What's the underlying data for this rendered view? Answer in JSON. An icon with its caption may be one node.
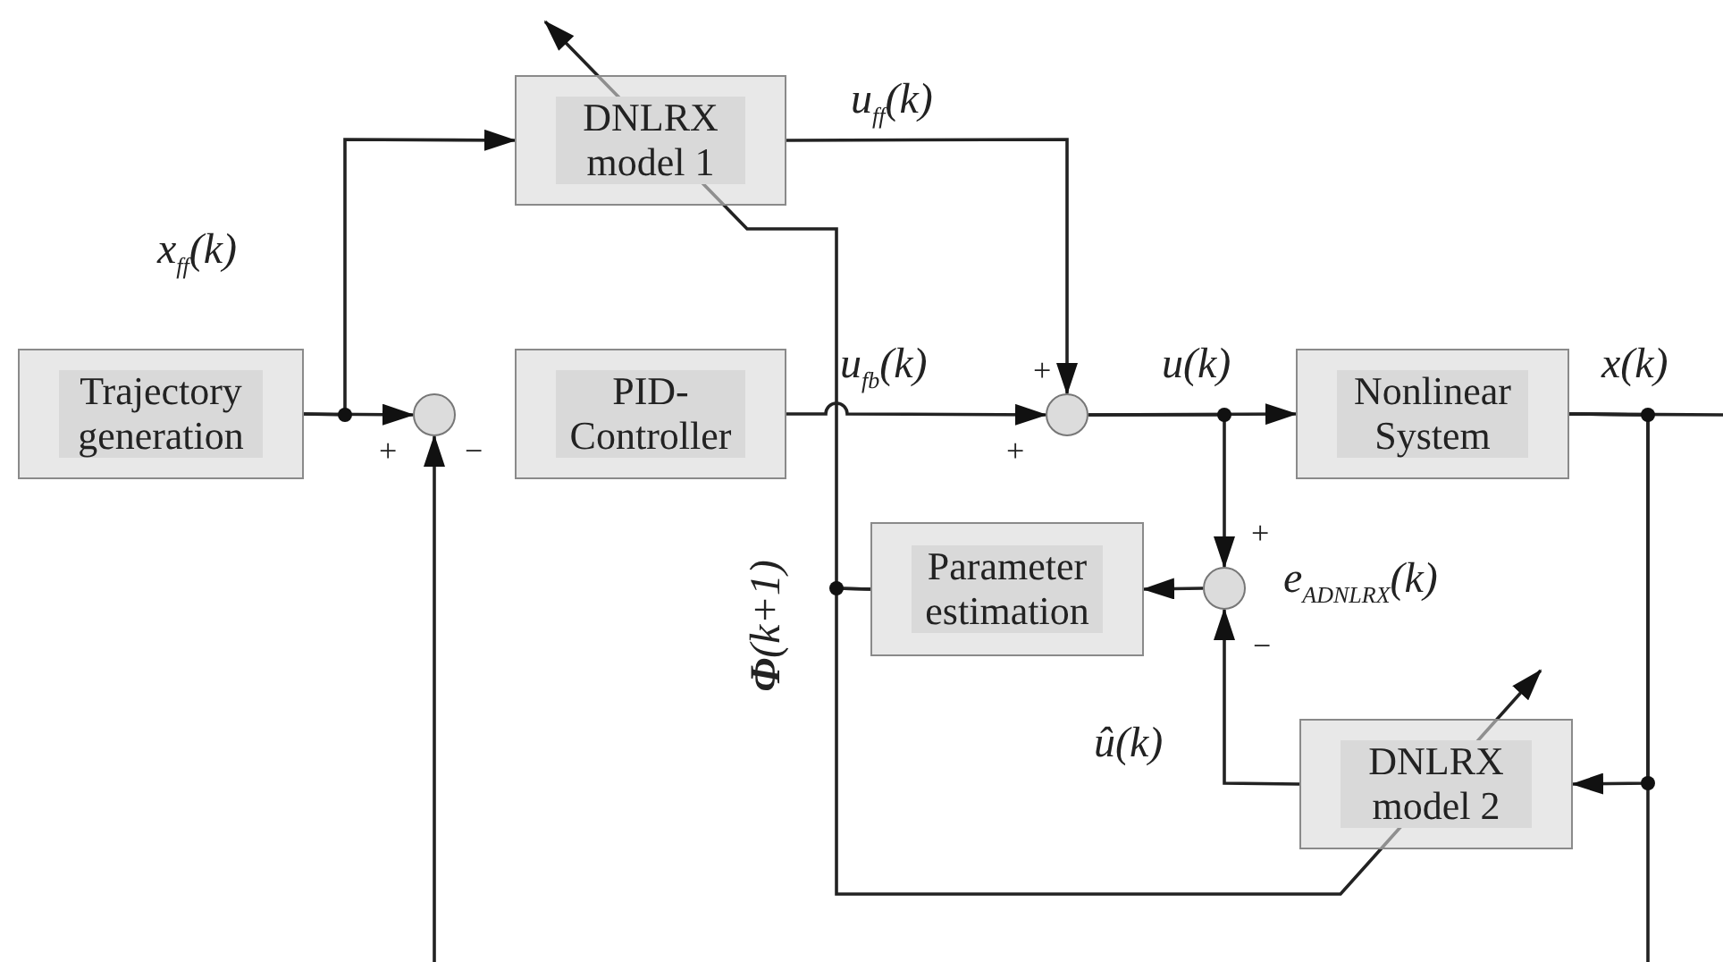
{
  "diagram": {
    "nodes": [
      {
        "text": [
          "Trajectory generation"
        ]
      },
      {
        "text": [
          "DNLRX model 1"
        ]
      },
      {
        "text": [
          "PID-Controller"
        ]
      },
      {
        "text": [],
        "shape": "circle"
      },
      {
        "text": [],
        "shape": "circle"
      },
      {
        "text": [
          "Nonlinear System"
        ]
      },
      {
        "text": [
          "Parameter estimation"
        ]
      },
      {
        "text": [],
        "shape": "circle",
        "beside": [
          "e$_{ADNLRX}$(k)"
        ]
      },
      {
        "text": [
          "DNLRX model 2"
        ]
      }
    ],
    "edges": [
      {
        "from": 0,
        "to": 1,
        "arrow": "to",
        "label": "x$_{ff}$(k)"
      },
      {
        "from": 0,
        "to": 3,
        "arrow": "to"
      },
      {
        "from": 2,
        "to": 4,
        "arrow": "to",
        "label": "u$_{fb}$(k)"
      },
      {
        "from": 1,
        "to": 4,
        "arrow": "to",
        "label": "u$_{ff}$(k)"
      },
      {
        "from": 4,
        "to": 5,
        "arrow": "to",
        "label": "u(k)"
      },
      {
        "from": 4,
        "to": 7,
        "arrow": "to"
      },
      {
        "from": 5,
        "to": null,
        "arrow": "none",
        "label": "x(k)"
      },
      {
        "from": 5,
        "to": 8,
        "arrow": "to"
      },
      {
        "from": 5,
        "to": null,
        "arrow": "none"
      },
      {
        "from": null,
        "to": 3,
        "arrow": "to"
      },
      {
        "from": 8,
        "to": 7,
        "arrow": "to",
        "label": "û(k)"
      },
      {
        "from": 7,
        "to": 6,
        "arrow": "to"
      },
      {
        "from": 6,
        "to": 1,
        "arrow": "to",
        "label": "**Φ**(k+1)"
      },
      {
        "from": 6,
        "to": 8,
        "arrow": "to"
      }
    ],
    "labels": [
      "+",
      "−",
      "+",
      "+",
      "+",
      "−"
    ]
  }
}
